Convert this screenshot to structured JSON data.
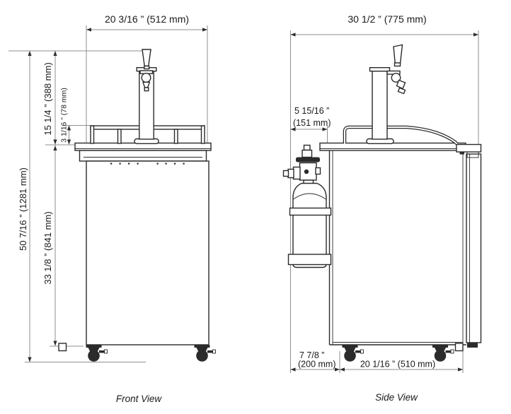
{
  "colors": {
    "line": "#2b2b2b",
    "dimension_line": "#8f8f8f",
    "text": "#1a1a1a",
    "background": "#ffffff"
  },
  "front_view": {
    "label": "Front View",
    "dim_width": "20 3/16 ” (512 mm)",
    "dim_total_height": "50 7/16 ” (1281 mm)",
    "dim_tower_height": "15 1/4 ” (388 mm)",
    "dim_rail_height": "3 1/16 ” (78 mm)",
    "dim_cabinet_height": "33 1/8 ” (841 mm)"
  },
  "side_view": {
    "label": "Side View",
    "dim_width": "30 1/2 ” (775 mm)",
    "dim_tank_clearance_line1": "5 15/16 ”",
    "dim_tank_clearance_line2": "(151 mm)",
    "dim_rear_clearance_line1": "7 7/8 ”",
    "dim_rear_clearance_line2": "(200 mm)",
    "dim_cabinet_depth": "20 1/16 ” (510 mm)"
  }
}
